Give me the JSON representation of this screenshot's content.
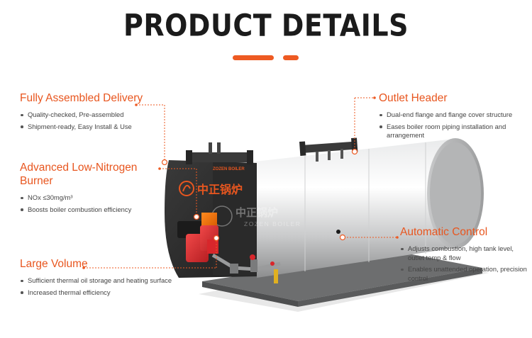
{
  "header": {
    "title": "PRODUCT DETAILS"
  },
  "features": {
    "assembled": {
      "title": "Fully Assembled Delivery",
      "bullets": [
        "Quality-checked, Pre-assembled",
        "Shipment-ready, Easy Install & Use"
      ]
    },
    "burner": {
      "title": "Advanced Low-Nitrogen Burner",
      "bullets": [
        "NOx ≤30mg/m³",
        "Boosts boiler combustion efficiency"
      ]
    },
    "volume": {
      "title": "Large Volume",
      "bullets": [
        "Sufficient thermal oil storage and heating surface",
        "Increased thermal efficiency"
      ]
    },
    "outlet": {
      "title": "Outlet Header",
      "bullets": [
        "Dual-end flange and flange cover structure",
        "Eases boiler room piping installation and arrangement"
      ]
    },
    "control": {
      "title": "Automatic Control",
      "bullets": [
        "Adjusts combustion, high tank level, outlet temp & flow",
        "Enables unattended operation, precision control"
      ]
    }
  },
  "boiler": {
    "brand_cn": "中正锅炉",
    "brand_en": "ZOZEN BOILER",
    "watermark_cn": "中正锅炉",
    "watermark_en": "ZOZEN BOILER"
  },
  "colors": {
    "accent": "#ee5a22",
    "shell": "#d9dadb",
    "front": "#2e2e2e",
    "burner": "#d8262b"
  }
}
